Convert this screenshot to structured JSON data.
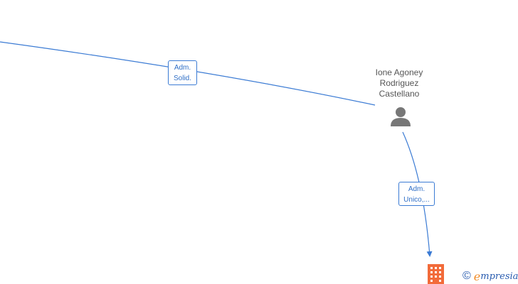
{
  "person": {
    "name_line1": "Ione Agoney",
    "name_line2": "Rodriguez",
    "name_line3": "Castellano"
  },
  "edges": [
    {
      "label_line1": "Adm.",
      "label_line2": "Solid."
    },
    {
      "label_line1": "Adm.",
      "label_line2": "Unico,..."
    }
  ],
  "watermark": {
    "symbol": "©",
    "brand_initial": "e",
    "brand_rest": "mpresia"
  },
  "colors": {
    "edge": "#3b7bd4",
    "person_icon": "#777777",
    "company_icon": "#f26b3a",
    "brand_blue": "#2a5db0",
    "brand_orange": "#f28c28"
  }
}
